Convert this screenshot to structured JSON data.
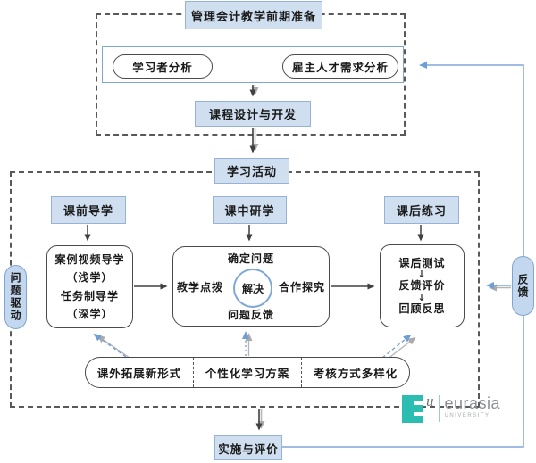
{
  "top": {
    "title": "管理会计教学前期准备",
    "learner_analysis": "学习者分析",
    "employer_analysis": "雇主人才需求分析",
    "course_design": "课程设计与开发"
  },
  "activity_label": "学习活动",
  "problem_driven_label": "问题驱动",
  "feedback_label": "反馈",
  "implementation_label": "实施与评价",
  "headers": {
    "pre_class": "课前导学",
    "in_class": "课中研学",
    "after_class": "课后练习"
  },
  "pre_class_box": {
    "line1": "案例视频导学",
    "line2": "（浅学）",
    "line3": "任务制导学",
    "line4": "（深学）"
  },
  "cycle": {
    "top": "确定问题",
    "right": "合作探究",
    "bottom": "问题反馈",
    "left": "教学点拨",
    "center": "解决"
  },
  "after_class_box": {
    "line1": "课后测试",
    "line2": "反馈评价",
    "line3": "回顾反思",
    "arrow_glyph": "↓"
  },
  "bottom_bar": {
    "cell1": "课外拓展新形式",
    "cell2": "个性化学习方案",
    "cell3": "考核方式多样化"
  },
  "logo": {
    "glyph": "u",
    "name": "eurasia",
    "subtitle": "UNIVERSITY"
  },
  "colors": {
    "box_fill": "#cfdff0",
    "box_border": "#96b2d6",
    "capsule_fill": "#c3d7ee",
    "capsule_border": "#7fa6d2",
    "line_blue": "#7da7d9",
    "dash_border": "#595959",
    "arrow_dark": "#404040",
    "logo_teal": "#2bbdb0"
  }
}
